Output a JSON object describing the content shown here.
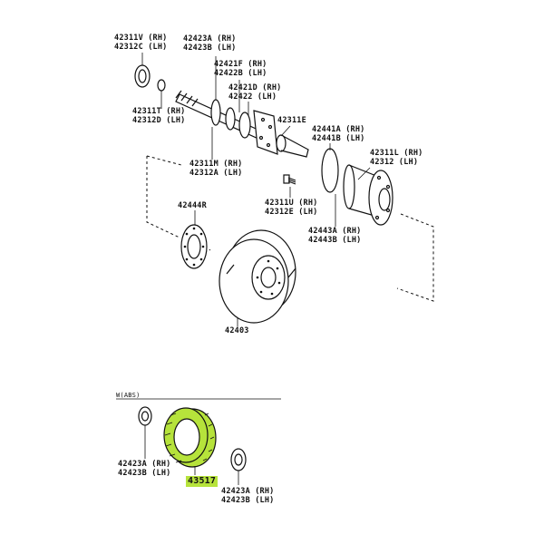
{
  "labels": {
    "l_42311V": [
      "42311V (RH)",
      "42312C (LH)"
    ],
    "l_42423A_top": [
      "42423A (RH)",
      "42423B (LH)"
    ],
    "l_42421F": [
      "42421F (RH)",
      "42422B (LH)"
    ],
    "l_42421D": [
      "42421D (RH)",
      "42422 (LH)"
    ],
    "l_42311T": [
      "42311T (RH)",
      "42312D (LH)"
    ],
    "l_42311E": [
      "42311E"
    ],
    "l_42441A": [
      "42441A (RH)",
      "42441B (LH)"
    ],
    "l_42311L": [
      "42311L (RH)",
      "42312 (LH)"
    ],
    "l_42311M": [
      "42311M (RH)",
      "42312A (LH)"
    ],
    "l_42311U": [
      "42311U (RH)",
      "42312E (LH)"
    ],
    "l_42444R": [
      "42444R"
    ],
    "l_42443A": [
      "42443A (RH)",
      "42443B (LH)"
    ],
    "l_42403": [
      "42403"
    ],
    "l_abs": [
      "W(ABS)"
    ],
    "l_42423A_left": [
      "42423A (RH)",
      "42423B (LH)"
    ],
    "l_42423A_bottom": [
      "42423A (RH)",
      "42423B (LH)"
    ]
  },
  "highlight": {
    "part": "43517",
    "color": "#b6e33b"
  }
}
